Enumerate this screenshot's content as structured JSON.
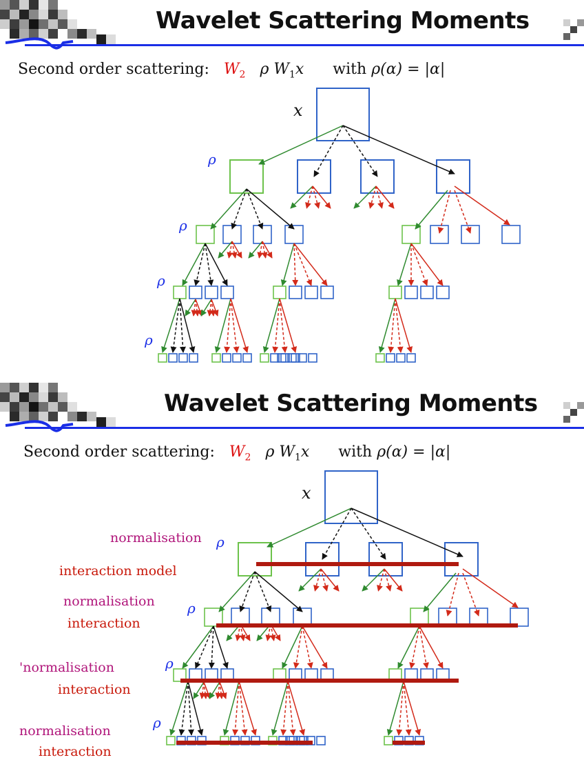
{
  "slides": [
    {
      "title": "Wavelet Scattering Moments",
      "subtitle": {
        "lead": "Second order scattering:",
        "w2": "W",
        "w2_sub": "2",
        "mid": "ρ W",
        "mid_sub": "1",
        "mid_x": "x",
        "with": "with",
        "rho_def": "ρ(α) = |α|"
      },
      "root_label": "x",
      "rho_label": "ρ"
    },
    {
      "title": "Wavelet Scattering Moments",
      "subtitle": {
        "lead": "Second order scattering:",
        "w2": "W",
        "w2_sub": "2",
        "mid": "ρ W",
        "mid_sub": "1",
        "mid_x": "x",
        "with": "with",
        "rho_def": "ρ(α) = |α|"
      },
      "root_label": "x",
      "rho_label": "ρ",
      "annotations": [
        {
          "text": "normalisation",
          "color": "magenta"
        },
        {
          "text": "interaction model",
          "color": "red"
        },
        {
          "text": "normalisation",
          "color": "magenta"
        },
        {
          "text": "interaction",
          "color": "red"
        },
        {
          "text": "'normalisation",
          "color": "magenta"
        },
        {
          "text": "interaction",
          "color": "red"
        },
        {
          "text": "normalisation",
          "color": "magenta"
        },
        {
          "text": "interaction",
          "color": "red"
        }
      ]
    }
  ],
  "colors": {
    "blue_box": "#2f63c8",
    "green_box": "#6cc24a",
    "green_arrow": "#2f8a2f",
    "red_arrow": "#d32a1a",
    "black_arrow": "#111111",
    "bar": "#b01a10",
    "magenta_text": "#b0157a",
    "red_text": "#c8180a",
    "rule": "#1a2ee6"
  }
}
